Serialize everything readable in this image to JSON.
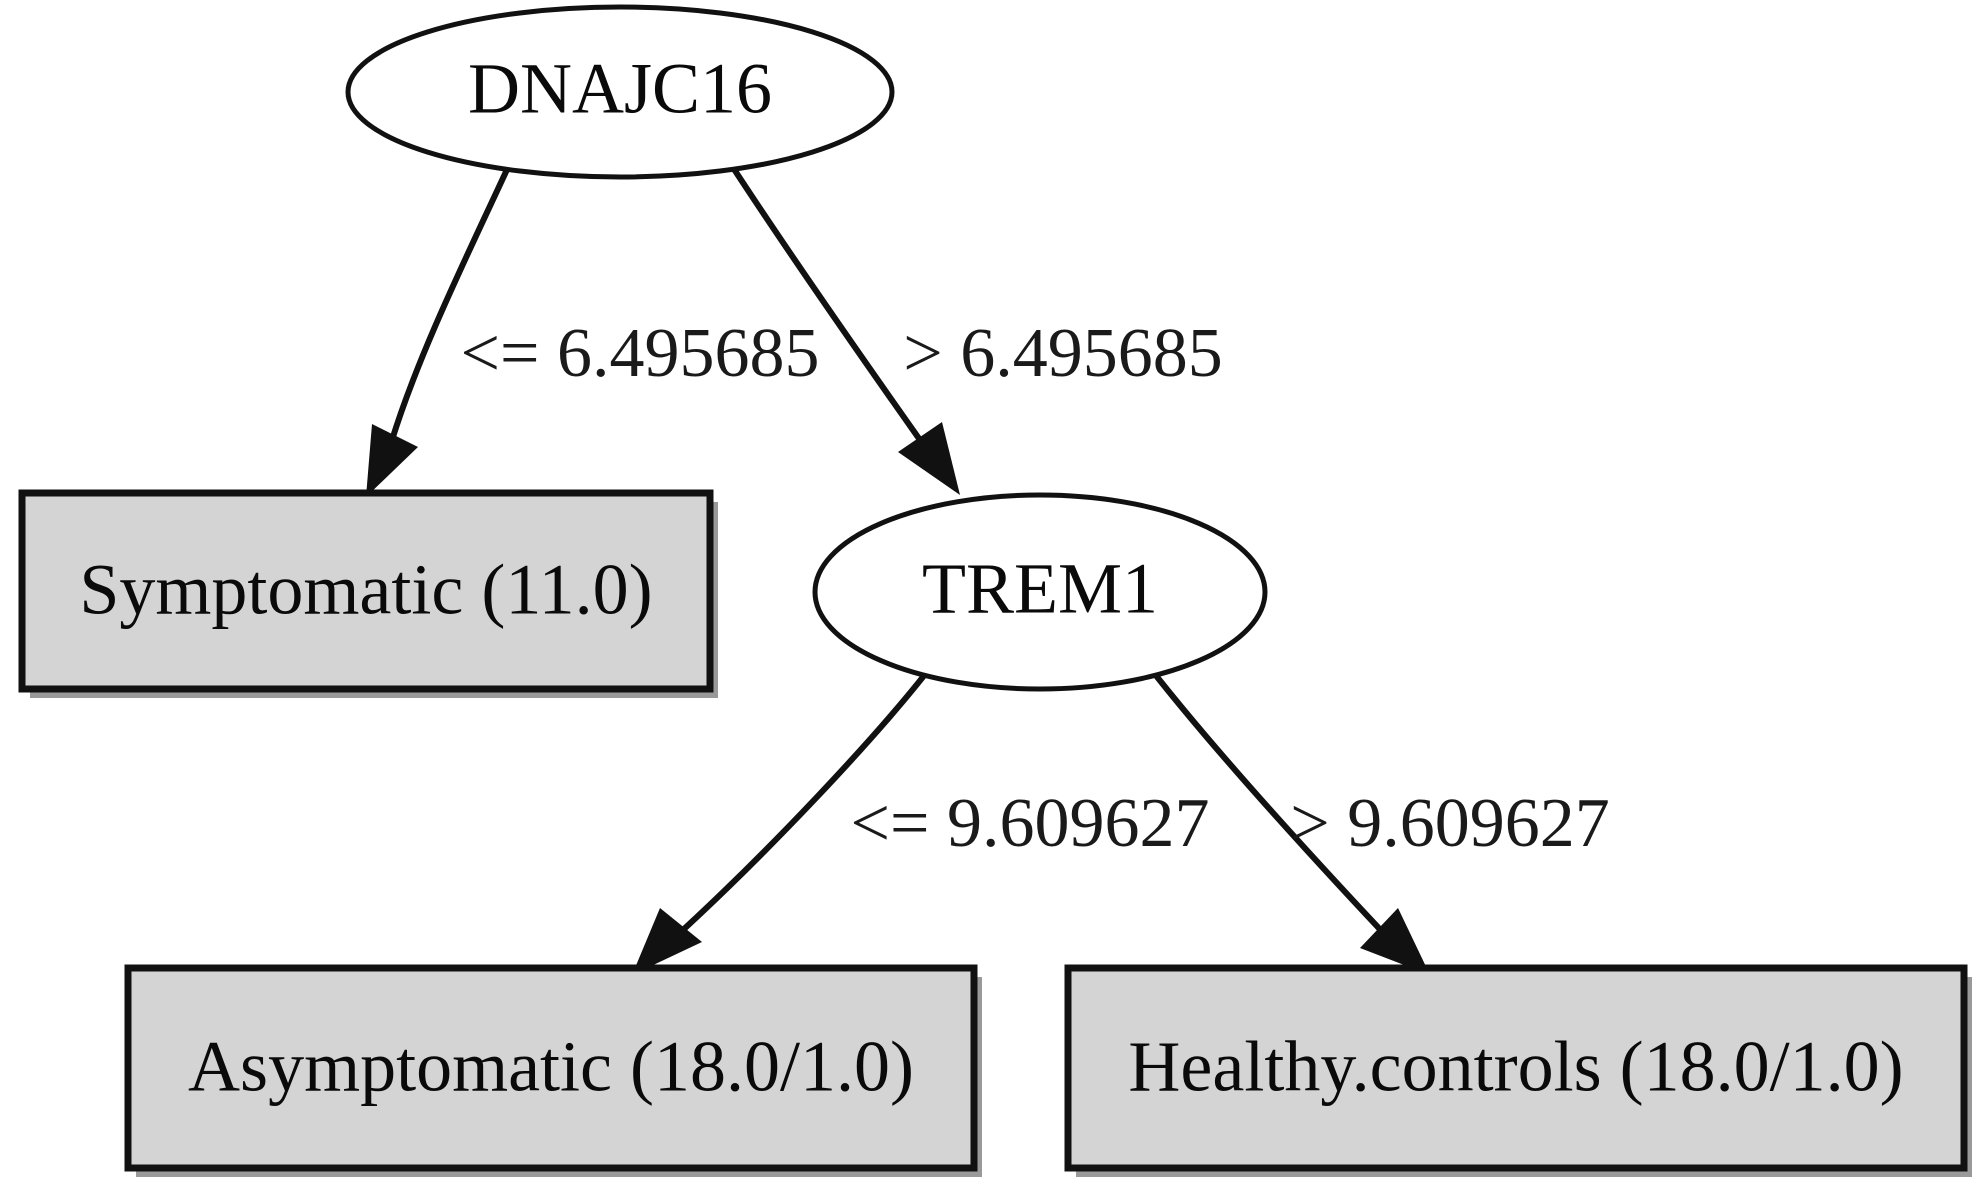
{
  "diagram": {
    "type": "decision-tree",
    "title": "",
    "colors": {
      "leaf_fill": "#d4d4d4",
      "node_fill": "#ffffff",
      "stroke": "#111111",
      "background": "#ffffff"
    }
  },
  "nodes": {
    "root": {
      "id": "dnajc16",
      "label": "DNAJC16",
      "shape": "ellipse",
      "kind": "split"
    },
    "trem1": {
      "id": "trem1",
      "label": "TREM1",
      "shape": "ellipse",
      "kind": "split"
    },
    "symptomatic": {
      "id": "symptomatic",
      "label": "Symptomatic (11.0)",
      "class_name": "Symptomatic",
      "instances": "11.0",
      "shape": "box",
      "kind": "leaf"
    },
    "asymptomatic": {
      "id": "asymptomatic",
      "label": "Asymptomatic (18.0/1.0)",
      "class_name": "Asymptomatic",
      "instances": "18.0",
      "misclassified": "1.0",
      "shape": "box",
      "kind": "leaf"
    },
    "healthy_controls": {
      "id": "healthy-controls",
      "label": "Healthy.controls (18.0/1.0)",
      "class_name": "Healthy.controls",
      "instances": "18.0",
      "misclassified": "1.0",
      "shape": "box",
      "kind": "leaf"
    }
  },
  "edges": {
    "root_left": {
      "from": "DNAJC16",
      "to": "Symptomatic (11.0)",
      "label": "<= 6.495685",
      "operator": "<=",
      "threshold": "6.495685"
    },
    "root_right": {
      "from": "DNAJC16",
      "to": "TREM1",
      "label": "> 6.495685",
      "operator": ">",
      "threshold": "6.495685"
    },
    "trem1_left": {
      "from": "TREM1",
      "to": "Asymptomatic (18.0/1.0)",
      "label": "<= 9.609627",
      "operator": "<=",
      "threshold": "9.609627"
    },
    "trem1_right": {
      "from": "TREM1",
      "to": "Healthy.controls (18.0/1.0)",
      "label": "> 9.609627",
      "operator": ">",
      "threshold": "9.609627"
    }
  }
}
